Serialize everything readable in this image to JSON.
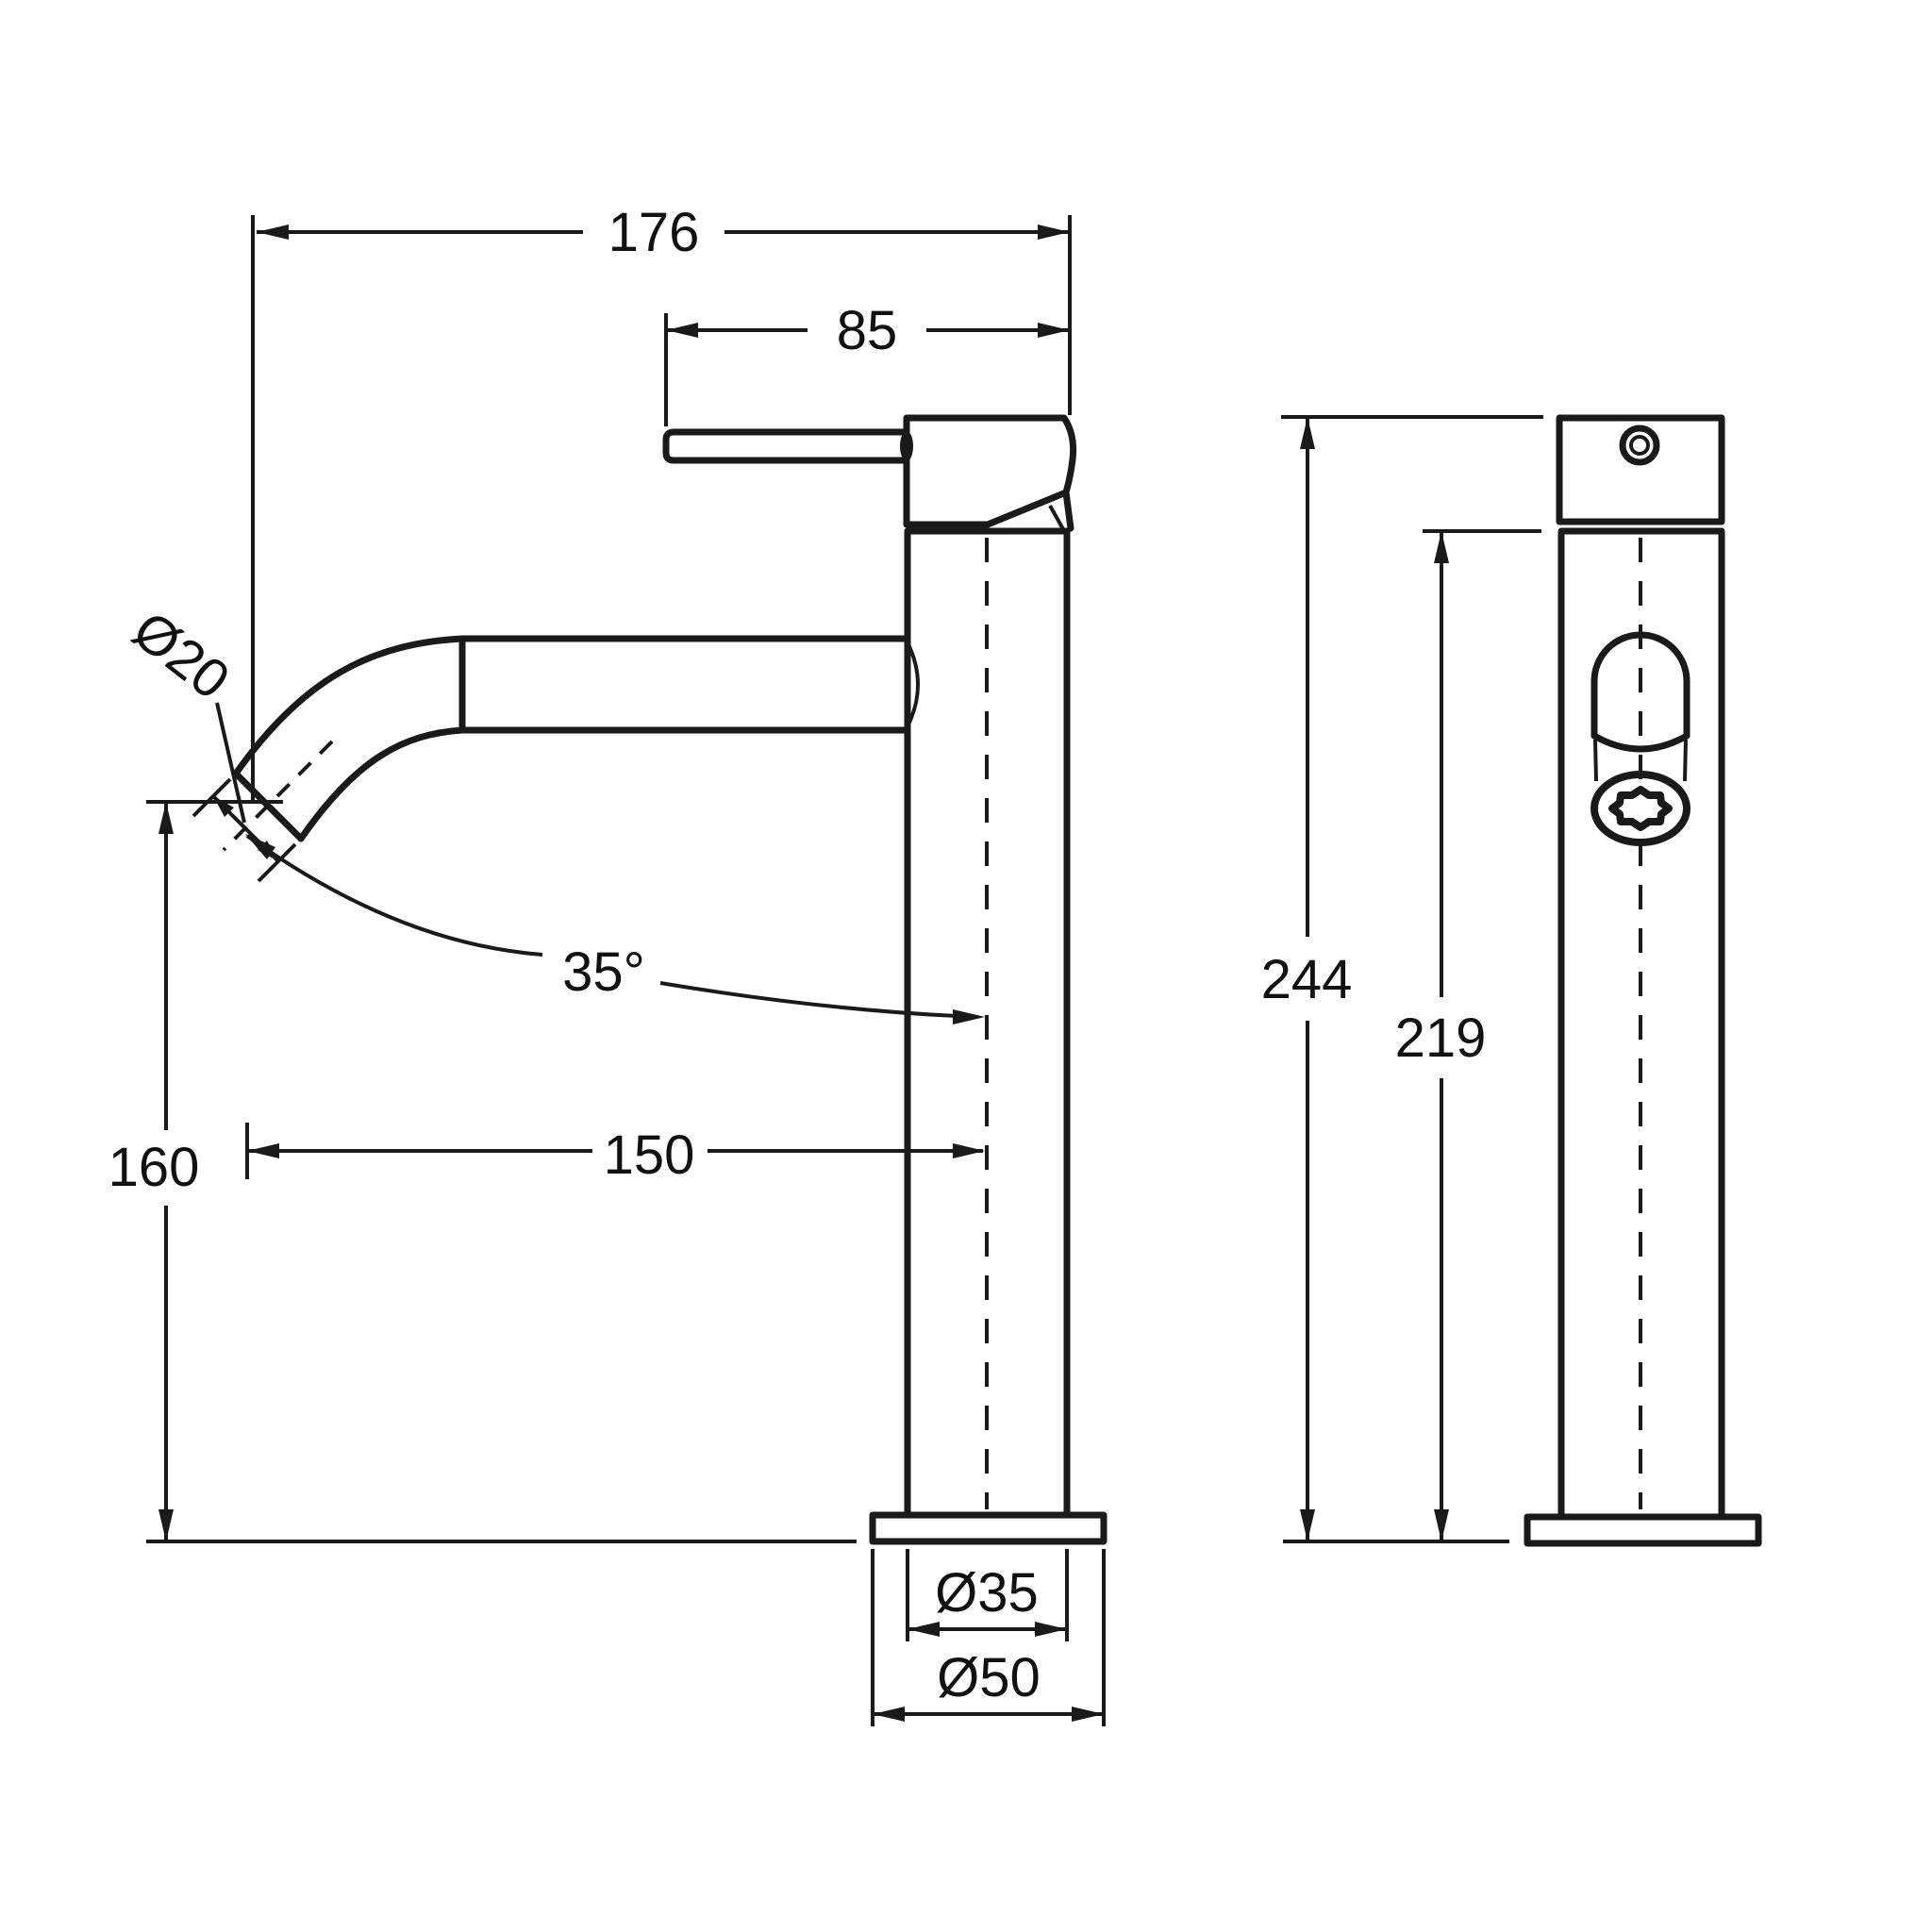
{
  "page": {
    "background": "#ffffff",
    "line_color": "#1a1a1a",
    "drawing_type": "tap-dimension-drawing"
  },
  "views": {
    "side": {
      "name": "side-elevation",
      "dims": {
        "total_projection": "176",
        "handle_length": "85",
        "spout_tip_diameter": "Ø20",
        "spout_angle": "35°",
        "outlet_height": "160",
        "spout_reach": "150",
        "body_diameter": "Ø35",
        "base_diameter": "Ø50"
      }
    },
    "front": {
      "name": "front-elevation",
      "dims": {
        "overall_height": "244",
        "upper_body_height": "219"
      }
    }
  }
}
